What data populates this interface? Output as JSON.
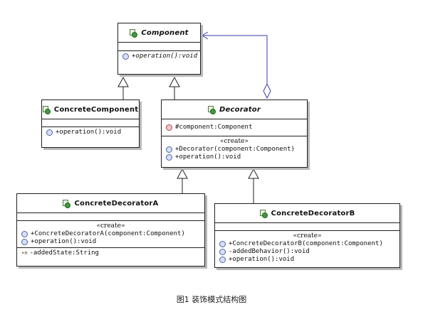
{
  "classes": {
    "component": {
      "name": "Component",
      "operations": [
        "+operation():void"
      ]
    },
    "concrete_component": {
      "name": "ConcreteComponent",
      "operations": [
        "+operation():void"
      ]
    },
    "decorator": {
      "name": "Decorator",
      "fields": [
        "#component:Component"
      ],
      "stereotype": "«create»",
      "operations": [
        "+Decorator(component:Component)",
        "+operation():void"
      ]
    },
    "concrete_decorator_a": {
      "name": "ConcreteDecoratorA",
      "stereotype": "«create»",
      "operations": [
        "+ConcreteDecoratorA(component:Component)",
        "+operation():void"
      ],
      "fields": [
        "-addedState:String"
      ]
    },
    "concrete_decorator_b": {
      "name": "ConcreteDecoratorB",
      "stereotype": "«create»",
      "operations": [
        "+ConcreteDecoratorB(component:Component)",
        "-addedBehavior():void",
        "+operation():void"
      ]
    }
  },
  "caption": "图1 装饰模式结构图"
}
